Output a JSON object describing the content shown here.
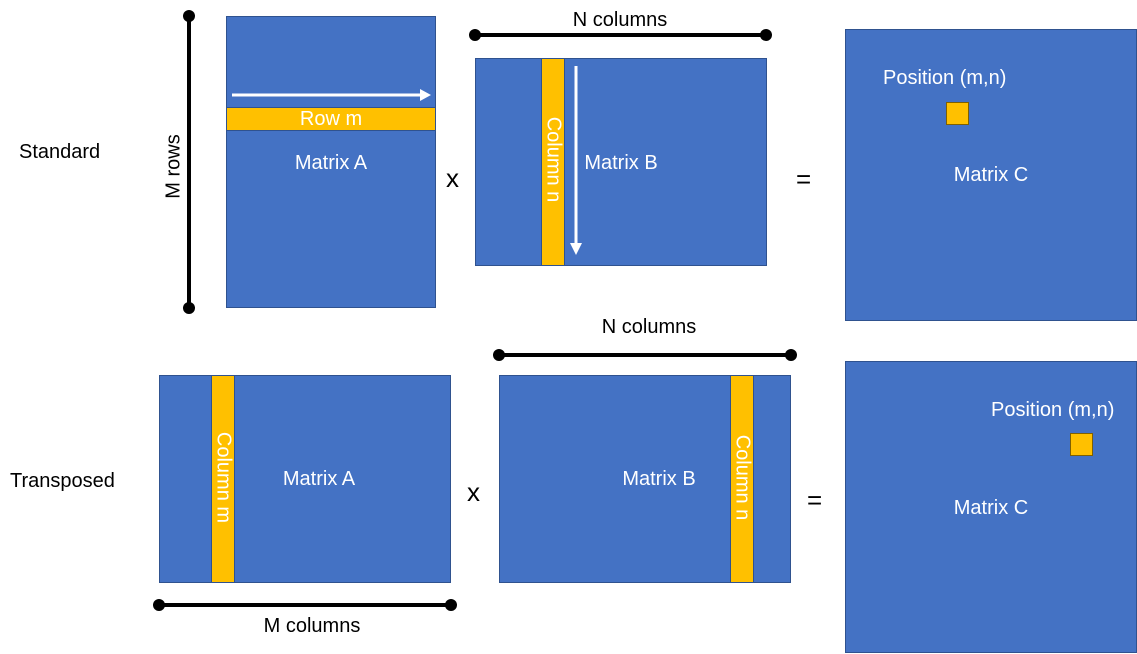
{
  "rows": {
    "standard": {
      "label": "Standard"
    },
    "transposed": {
      "label": "Transposed"
    }
  },
  "standard": {
    "matrix_a": {
      "label": "Matrix A",
      "band_label": "Row m"
    },
    "matrix_b": {
      "label": "Matrix B",
      "band_label": "Column n"
    },
    "matrix_c": {
      "label": "Matrix C",
      "position_label": "Position (m,n)"
    },
    "m_dimension": "M rows",
    "n_dimension": "N columns",
    "operator_multiply": "x",
    "operator_equals": "="
  },
  "transposed": {
    "matrix_a": {
      "label": "Matrix A",
      "band_label": "Column m"
    },
    "matrix_b": {
      "label": "Matrix B",
      "band_label": "Column n"
    },
    "matrix_c": {
      "label": "Matrix C",
      "position_label": "Position (m,n)"
    },
    "m_dimension": "M columns",
    "n_dimension": "N columns",
    "operator_multiply": "x",
    "operator_equals": "="
  },
  "colors": {
    "matrix_fill": "#4472c4",
    "highlight": "#ffc000",
    "dimension_line": "#000000"
  }
}
